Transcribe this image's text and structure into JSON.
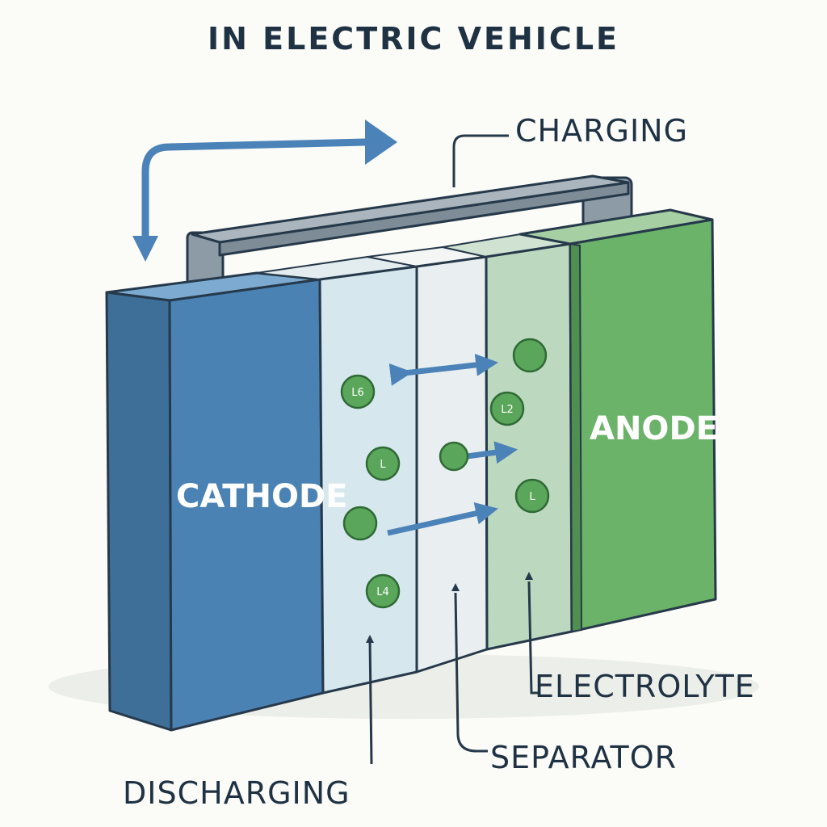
{
  "title": "IN ELECTRIC VEHICLE",
  "labels": {
    "charging": "CHARGING",
    "cathode": "CATHODE",
    "anode": "ANODE",
    "electrolyte": "ELECTROLYTE",
    "separator": "SEPARATOR",
    "discharging": "DISCHARGING"
  },
  "ions": [
    "L6",
    "L",
    "",
    "L4",
    "",
    "L2",
    "L",
    ""
  ],
  "colors": {
    "cathode": "#4a82b4",
    "anode": "#6cb36a",
    "arrow": "#4b82b8",
    "ion": "#5aa65a",
    "handle": "#8a99a5",
    "text": "#1f3243"
  }
}
